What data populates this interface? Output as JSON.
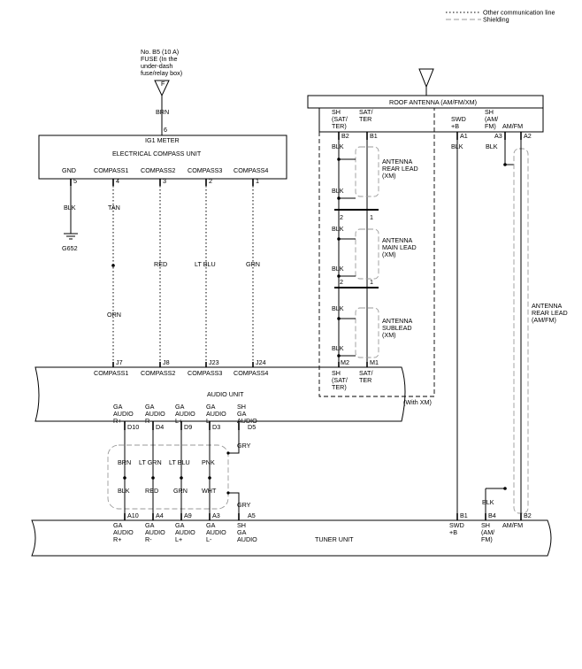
{
  "legend": {
    "comm": "Other communication line",
    "shield": "Shielding"
  },
  "fuse": {
    "l1": "No. B5 (10 A)",
    "l2": "FUSE (In the",
    "l3": "under-dash",
    "l4": "fuse/relay box)",
    "pin": "F"
  },
  "ig1": {
    "wire": "BRN",
    "pin": "6",
    "title": "IG1 METER",
    "name": "ELECTRICAL COMPASS UNIT"
  },
  "compass": {
    "terms": [
      "GND",
      "COMPASS1",
      "COMPASS2",
      "COMPASS3",
      "COMPASS4"
    ],
    "pins": [
      "5",
      "4",
      "3",
      "2",
      "1"
    ],
    "gnd_wire": "BLK",
    "ground": "G652",
    "wire_top": "TAN",
    "wire_red": "RED",
    "wire_ltblu": "LT BLU",
    "wire_grn": "GRN",
    "wire_orn": "ORN"
  },
  "audio": {
    "jpins": [
      "J7",
      "J8",
      "J23",
      "J24"
    ],
    "jlabels": [
      "COMPASS1",
      "COMPASS2",
      "COMPASS3",
      "COMPASS4"
    ],
    "name": "AUDIO UNIT",
    "with_xm": "(With XM)",
    "m2": "M2",
    "m1": "M1",
    "sh_l1": "SH",
    "sh_l2": "(SAT/",
    "sh_l3": "TER)",
    "sat_l1": "SAT/",
    "sat_l2": "TER",
    "ga1": [
      "GA",
      "AUDIO",
      "R+"
    ],
    "ga2": [
      "GA",
      "AUDIO",
      "R-"
    ],
    "ga3": [
      "GA",
      "AUDIO",
      "L+"
    ],
    "ga4": [
      "GA",
      "AUDIO",
      "L-"
    ],
    "ga5": [
      "SH",
      "GA",
      "AUDIO"
    ],
    "dpins": [
      "D10",
      "D4",
      "D9",
      "D3",
      "D5"
    ],
    "upper_wires": [
      "BRN",
      "LT GRN",
      "LT BLU",
      "PNK"
    ],
    "lower_wires": [
      "BLK",
      "RED",
      "GRN",
      "WHT"
    ],
    "gry": "GRY"
  },
  "tuner": {
    "name": "TUNER UNIT",
    "apins": [
      "A10",
      "A4",
      "A9",
      "A3",
      "A5"
    ],
    "bpins": [
      "B1",
      "B4",
      "B2"
    ],
    "swd": [
      "SWD",
      "+B"
    ],
    "sh": [
      "SH",
      "(AM/",
      "FM)"
    ],
    "amfm": "AM/FM",
    "blk": "BLK"
  },
  "roof": {
    "name": "ROOF ANTENNA (AM/FM/XM)",
    "sh": [
      "SH",
      "(SAT/",
      "TER)"
    ],
    "sat": [
      "SAT/",
      "TER"
    ],
    "swd": [
      "SWD",
      "+B"
    ],
    "shamfm": [
      "SH",
      "(AM/",
      "FM)"
    ],
    "amfm": "AM/FM",
    "pins": [
      "B2",
      "B1",
      "A1",
      "A3",
      "A2"
    ],
    "blk": "BLK",
    "rear_xm": [
      "ANTENNA",
      "REAR LEAD",
      "(XM)"
    ],
    "main_xm": [
      "ANTENNA",
      "MAIN LEAD",
      "(XM)"
    ],
    "sub_xm": [
      "ANTENNA",
      "SUBLEAD",
      "(XM)"
    ],
    "rear_amfm": [
      "ANTENNA",
      "REAR LEAD",
      "(AM/FM)"
    ],
    "j2": "2",
    "j1": "1"
  }
}
